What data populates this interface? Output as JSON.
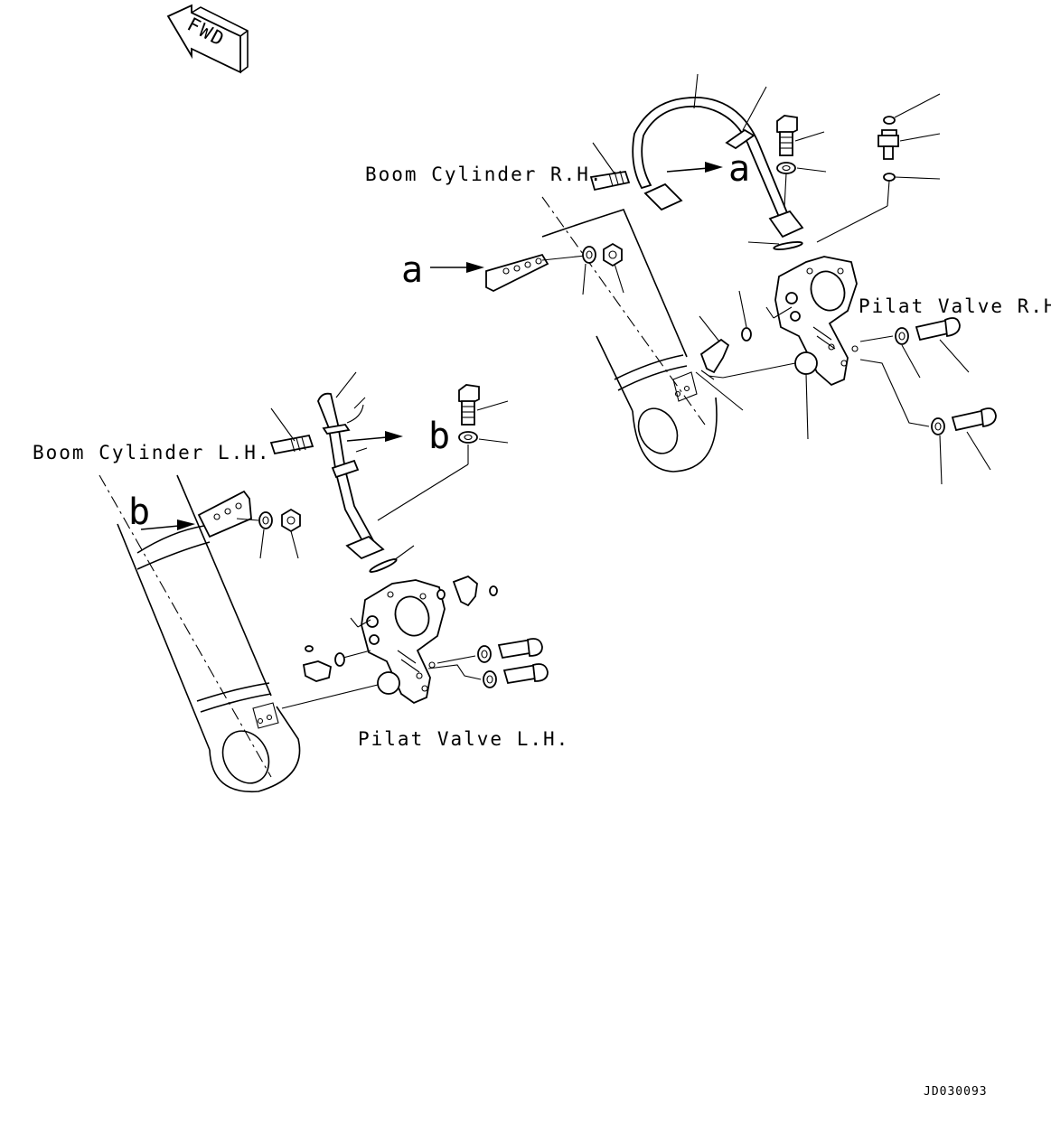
{
  "fwd_arrow": {
    "text": "FWD",
    "icon": "fwd-arrow-icon"
  },
  "labels": {
    "boom_cylinder_rh": "Boom Cylinder R.H.",
    "boom_cylinder_lh": "Boom Cylinder L.H.",
    "pilot_valve_rh": "Pilat Valve R.H.",
    "pilot_valve_lh": "Pilat Valve L.H."
  },
  "callouts": {
    "a": "a",
    "b": "b"
  },
  "drawing_code": "JD030093"
}
